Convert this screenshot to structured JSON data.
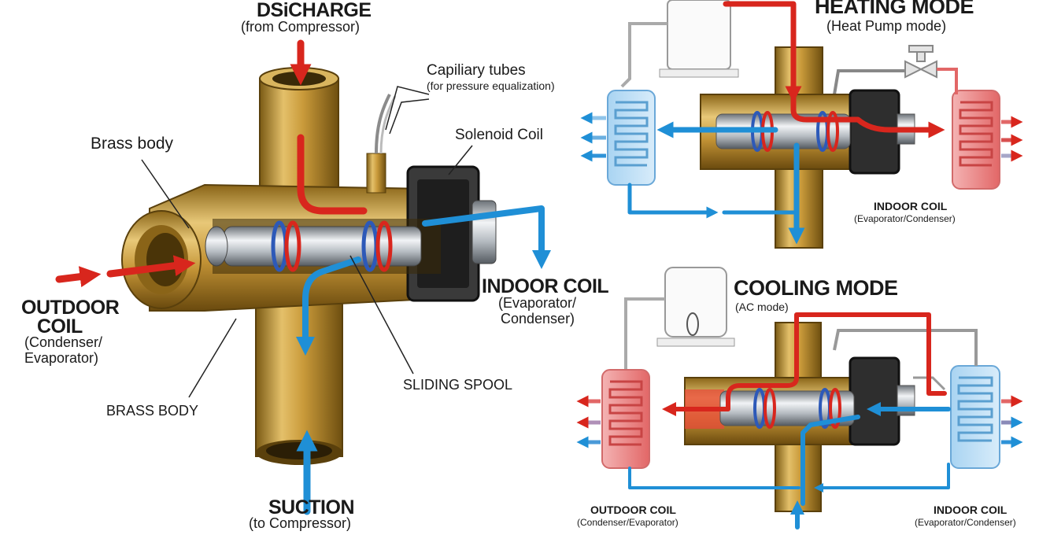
{
  "main_diagram": {
    "discharge_title": "DSiCHARGE",
    "discharge_sub": "(from Compressor)",
    "capillary_title": "Capiliary tubes",
    "capillary_sub": "(for pressure equalization)",
    "solenoid": "Solenoid Coil",
    "brass_body_upper": "Brass body",
    "brass_body_lower": "BRASS BODY",
    "outdoor_title_1": "OUTDOOR",
    "outdoor_title_2": "COIL",
    "outdoor_sub_1": "(Condenser/",
    "outdoor_sub_2": "Evaporator)",
    "indoor_title": "INDOOR COIL",
    "indoor_sub_1": "(Evaporator/",
    "indoor_sub_2": "Condenser)",
    "spool": "SLIDING SPOOL",
    "suction_title": "SUCTION",
    "suction_sub": "(to Compressor)"
  },
  "heating": {
    "title": "HEATING MODE",
    "subtitle": "(Heat Pump mode)",
    "indoor_title": "INDOOR COIL",
    "indoor_sub": "(Evaporator/Condenser)"
  },
  "cooling": {
    "title": "COOLING MODE",
    "subtitle": "(AC mode)",
    "outdoor_title": "OUTDOOR COIL",
    "outdoor_sub": "(Condenser/Evaporator)",
    "indoor_title": "INDOOR COIL",
    "indoor_sub": "(Evaporator/Condenser)"
  },
  "colors": {
    "hot": "#d8261d",
    "cold": "#1f8fd6",
    "brass": "#c99a3a",
    "brass_dark": "#7a5a14"
  }
}
